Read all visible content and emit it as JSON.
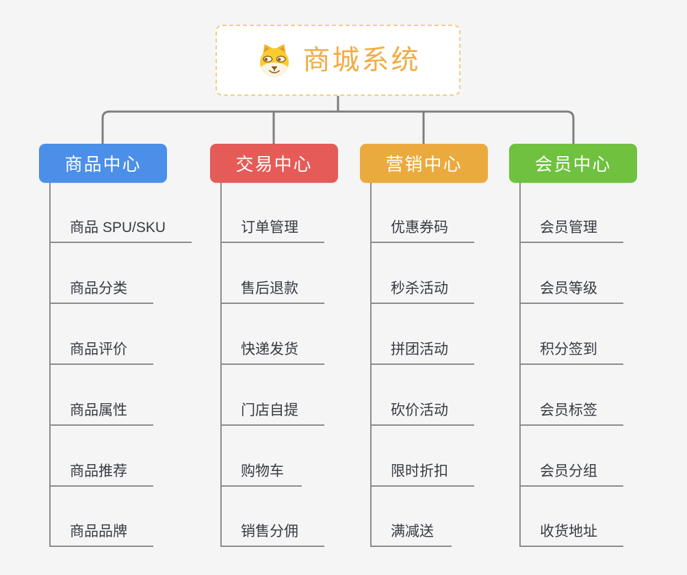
{
  "background": "#f5f5f5",
  "connector_color": "#7d7d7d",
  "root": {
    "title": "商城系统",
    "icon": "dog-face-icon",
    "text_color": "#f0ac46",
    "border_color": "#f6ca82"
  },
  "branches": [
    {
      "label": "商品中心",
      "color": "#4b8fe8",
      "items": [
        "商品 SPU/SKU",
        "商品分类",
        "商品评价",
        "商品属性",
        "商品推荐",
        "商品品牌"
      ]
    },
    {
      "label": "交易中心",
      "color": "#e55b57",
      "items": [
        "订单管理",
        "售后退款",
        "快递发货",
        "门店自提",
        "购物车",
        "销售分佣"
      ]
    },
    {
      "label": "营销中心",
      "color": "#ebaa3e",
      "items": [
        "优惠券码",
        "秒杀活动",
        "拼团活动",
        "砍价活动",
        "限时折扣",
        "满减送"
      ]
    },
    {
      "label": "会员中心",
      "color": "#6fc13f",
      "items": [
        "会员管理",
        "会员等级",
        "积分签到",
        "会员标签",
        "会员分组",
        "收货地址"
      ]
    }
  ]
}
